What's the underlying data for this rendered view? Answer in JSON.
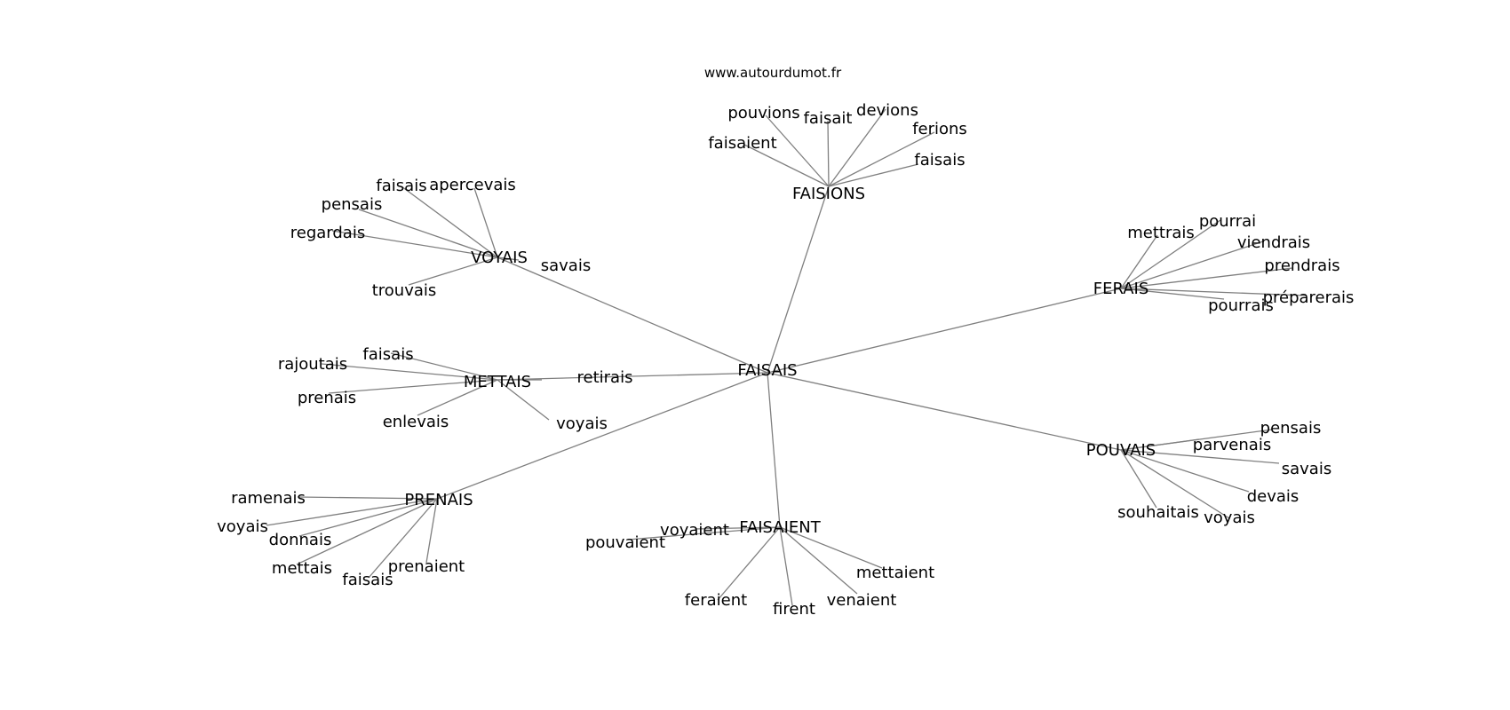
{
  "source": "www.autourdumot.fr",
  "center": "FAISAIS",
  "hubs": [
    {
      "label": "FAISIONS",
      "neighbors": [
        "pouvions",
        "faisait",
        "devions",
        "ferions",
        "faisaient",
        "faisais"
      ]
    },
    {
      "label": "VOYAIS",
      "neighbors": [
        "faisais",
        "apercevais",
        "pensais",
        "regardais",
        "savais",
        "trouvais"
      ]
    },
    {
      "label": "FERAIS",
      "neighbors": [
        "mettrais",
        "pourrai",
        "viendrais",
        "prendrais",
        "préparerais",
        "pourrais"
      ]
    },
    {
      "label": "METTAIS",
      "neighbors": [
        "faisais",
        "rajoutais",
        "prenais",
        "enlevais",
        "voyais",
        "retirais"
      ]
    },
    {
      "label": "POUVAIS",
      "neighbors": [
        "pensais",
        "parvenais",
        "savais",
        "devais",
        "souhaitais",
        "voyais"
      ]
    },
    {
      "label": "PRENAIS",
      "neighbors": [
        "ramenais",
        "voyais",
        "donnais",
        "mettais",
        "faisais",
        "prenaient"
      ]
    },
    {
      "label": "FAISAIENT",
      "neighbors": [
        "voyaient",
        "pouvaient",
        "mettaient",
        "feraient",
        "firent",
        "venaient"
      ]
    }
  ]
}
